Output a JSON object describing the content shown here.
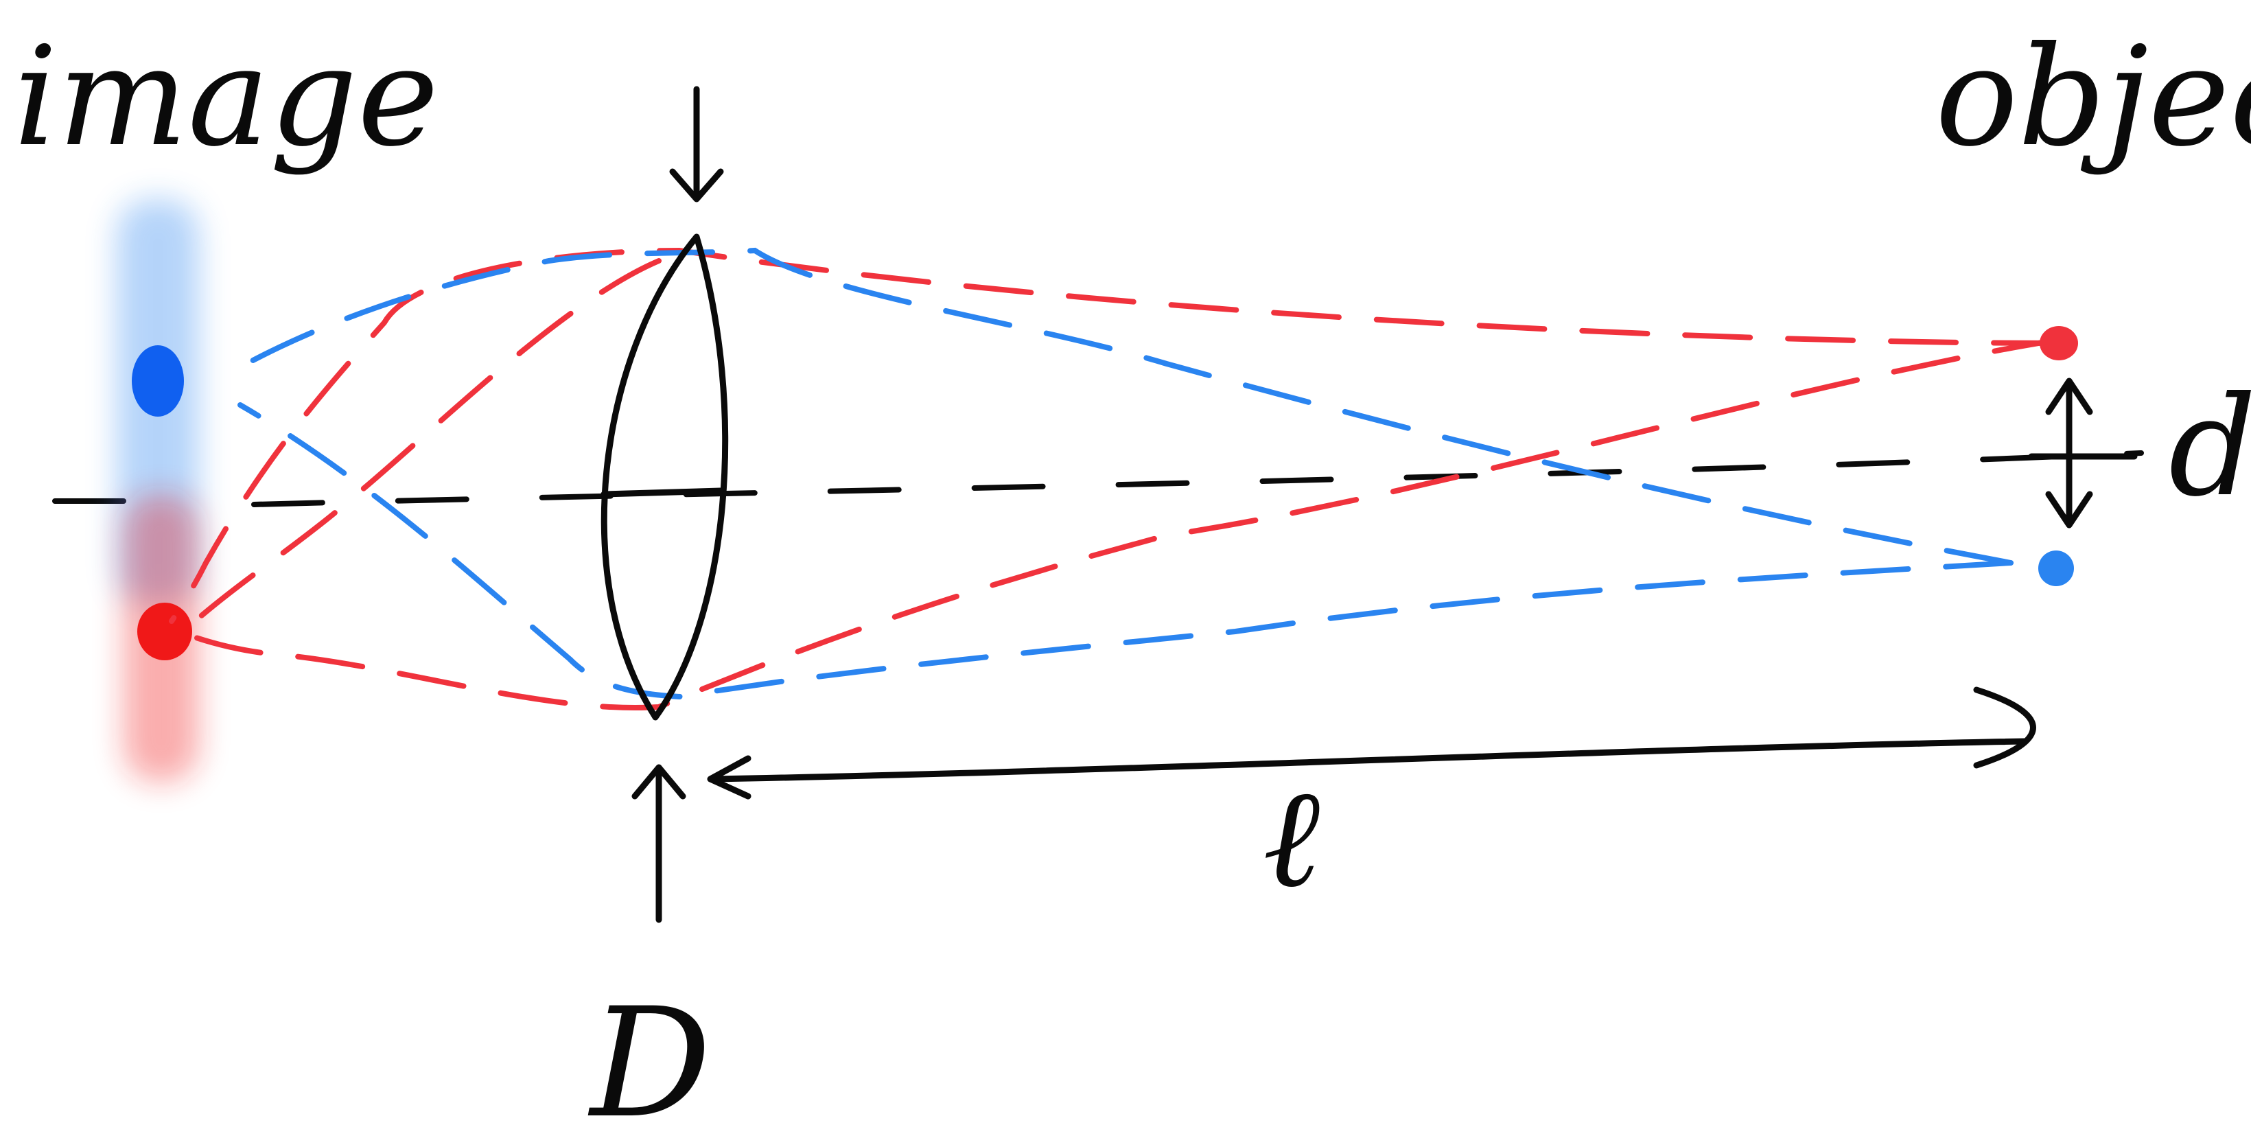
{
  "labels": {
    "image": "image",
    "object": "object",
    "separation": "d",
    "distance": "ℓ",
    "aperture": "D"
  },
  "colors": {
    "ink": "#0a0a0a",
    "red": "#f0323c",
    "blue": "#2a84f0",
    "image_blue": "#1060f0",
    "image_red": "#f01818"
  }
}
